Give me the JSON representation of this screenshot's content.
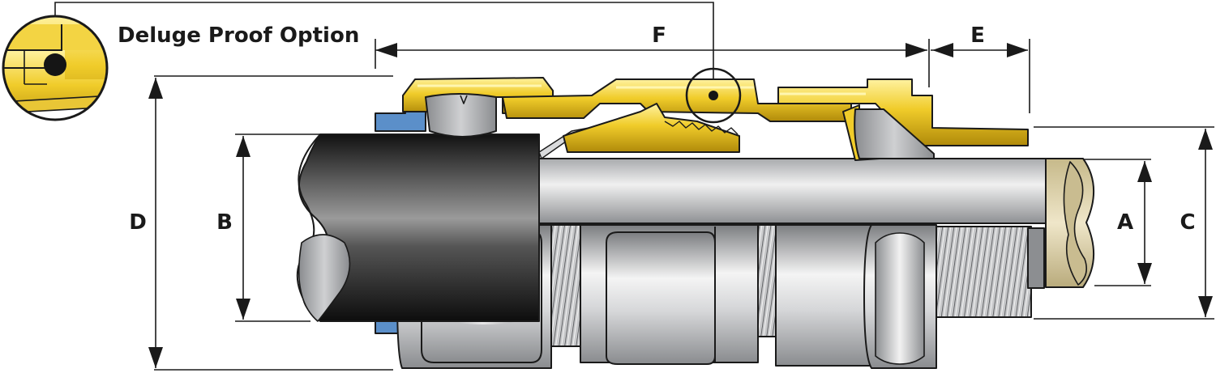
{
  "inset": {
    "title": "Deluge Proof Option"
  },
  "dimensions": {
    "A": "A",
    "B": "B",
    "C": "C",
    "D": "D",
    "E": "E",
    "F": "F"
  },
  "colors": {
    "brass": "#e8c21c",
    "brass_light": "#fbe77a",
    "brass_dark": "#9a7a08",
    "steel": "#c9cacc",
    "steel_light": "#f2f2f2",
    "steel_dark": "#7b7d80",
    "cable_sheath": "#1a1a1a",
    "seal_blue": "#5b8fc9",
    "conductor": "#e6dcc0",
    "outline": "#1a1a1a"
  }
}
